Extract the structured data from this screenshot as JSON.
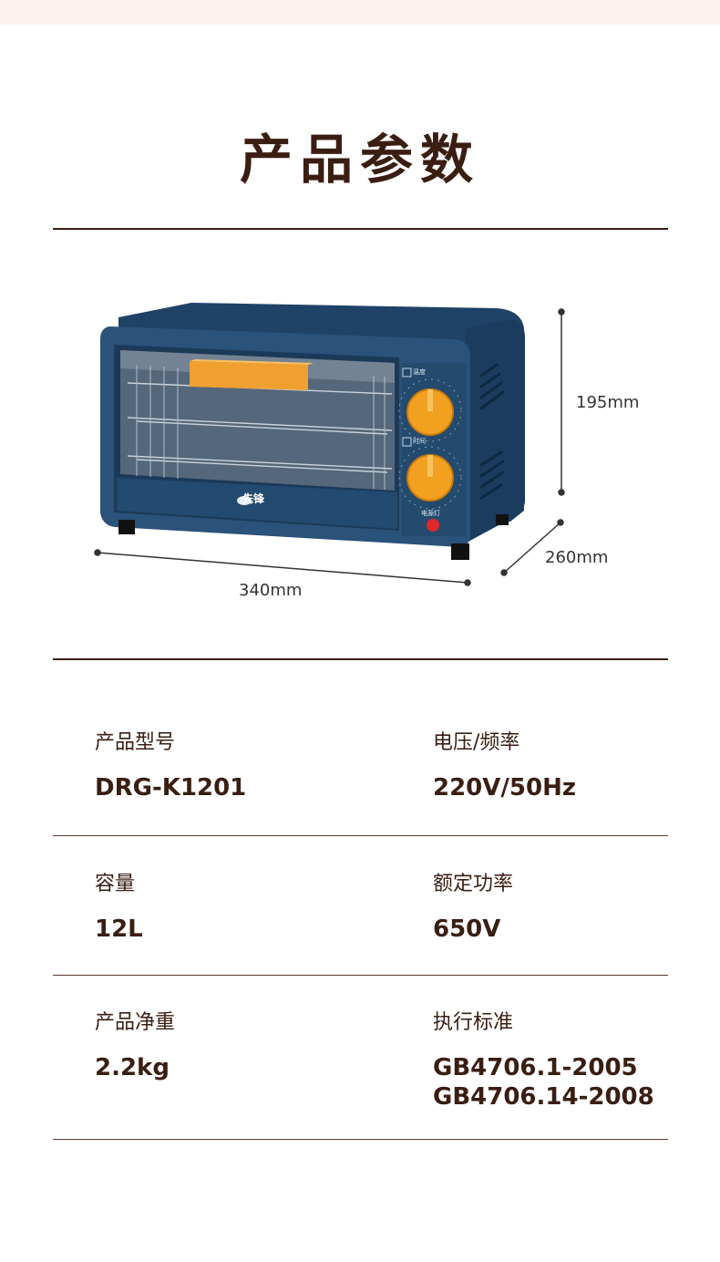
{
  "title": "产品参数",
  "brand": "先锋",
  "oven_labels": {
    "temp_knob": "温度",
    "timer_knob": "时间",
    "power_light": "电源灯"
  },
  "dimensions": {
    "height": "195mm",
    "depth": "260mm",
    "width": "340mm"
  },
  "specs": [
    [
      {
        "label": "产品型号",
        "value": [
          "DRG-K1201"
        ]
      },
      {
        "label": "电压/频率",
        "value": [
          "220V/50Hz"
        ]
      }
    ],
    [
      {
        "label": "容量",
        "value": [
          "12L"
        ]
      },
      {
        "label": "额定功率",
        "value": [
          "650V"
        ]
      }
    ],
    [
      {
        "label": "产品净重",
        "value": [
          "2.2kg"
        ]
      },
      {
        "label": "执行标准",
        "value": [
          "GB4706.1-2005",
          "GB4706.14-2008"
        ]
      }
    ]
  ],
  "colors": {
    "text": "#3a1e12",
    "oven_body": "#244a6e",
    "knob": "#f2a020",
    "handle": "#f0a030"
  }
}
